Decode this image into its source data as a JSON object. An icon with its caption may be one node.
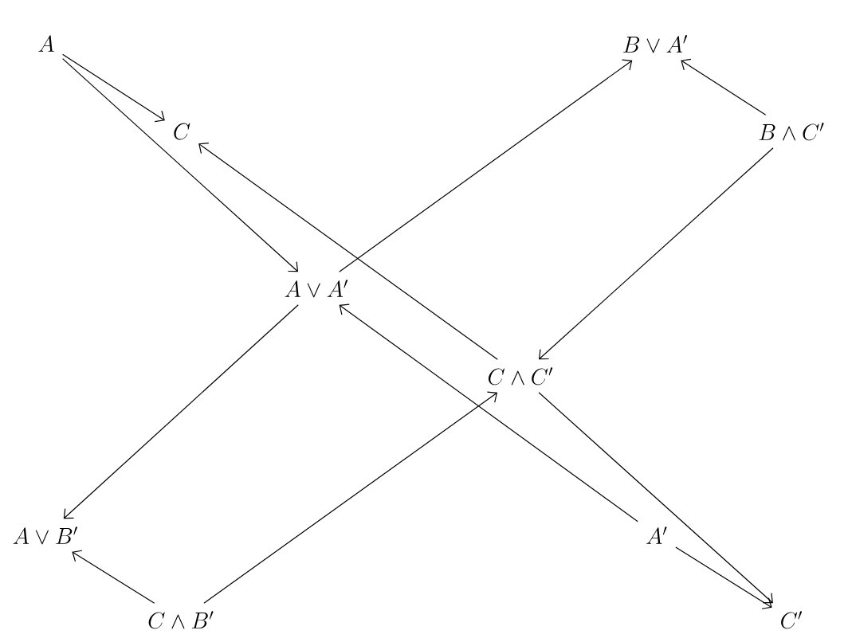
{
  "diagram": {
    "nodes": [
      {
        "text": [
          "A"
        ]
      },
      {
        "text": [
          "C"
        ]
      },
      {
        "text": [
          "B \\vee A'"
        ]
      },
      {
        "text": [
          "B \\wedge C'"
        ]
      },
      {
        "text": [
          "A \\vee A'"
        ]
      },
      {
        "text": [
          "C \\wedge C'"
        ]
      },
      {
        "text": [
          "A \\vee B'"
        ]
      },
      {
        "text": [
          "A'"
        ]
      },
      {
        "text": [
          "C \\wedge B'"
        ]
      },
      {
        "text": [
          "C'"
        ]
      }
    ],
    "edges": [
      {
        "from": 0,
        "to": 1,
        "arrow": "to"
      },
      {
        "from": 0,
        "to": 4,
        "arrow": "to"
      },
      {
        "from": 4,
        "to": 2,
        "arrow": "to"
      },
      {
        "from": 3,
        "to": 2,
        "arrow": "to"
      },
      {
        "from": 3,
        "to": 5,
        "arrow": "to"
      },
      {
        "from": 5,
        "to": 1,
        "arrow": "to"
      },
      {
        "from": 4,
        "to": 6,
        "arrow": "to"
      },
      {
        "from": 7,
        "to": 4,
        "arrow": "to"
      },
      {
        "from": 5,
        "to": 9,
        "arrow": "to"
      },
      {
        "from": 7,
        "to": 9,
        "arrow": "to"
      },
      {
        "from": 8,
        "to": 6,
        "arrow": "to"
      },
      {
        "from": 8,
        "to": 5,
        "arrow": "to"
      }
    ]
  }
}
